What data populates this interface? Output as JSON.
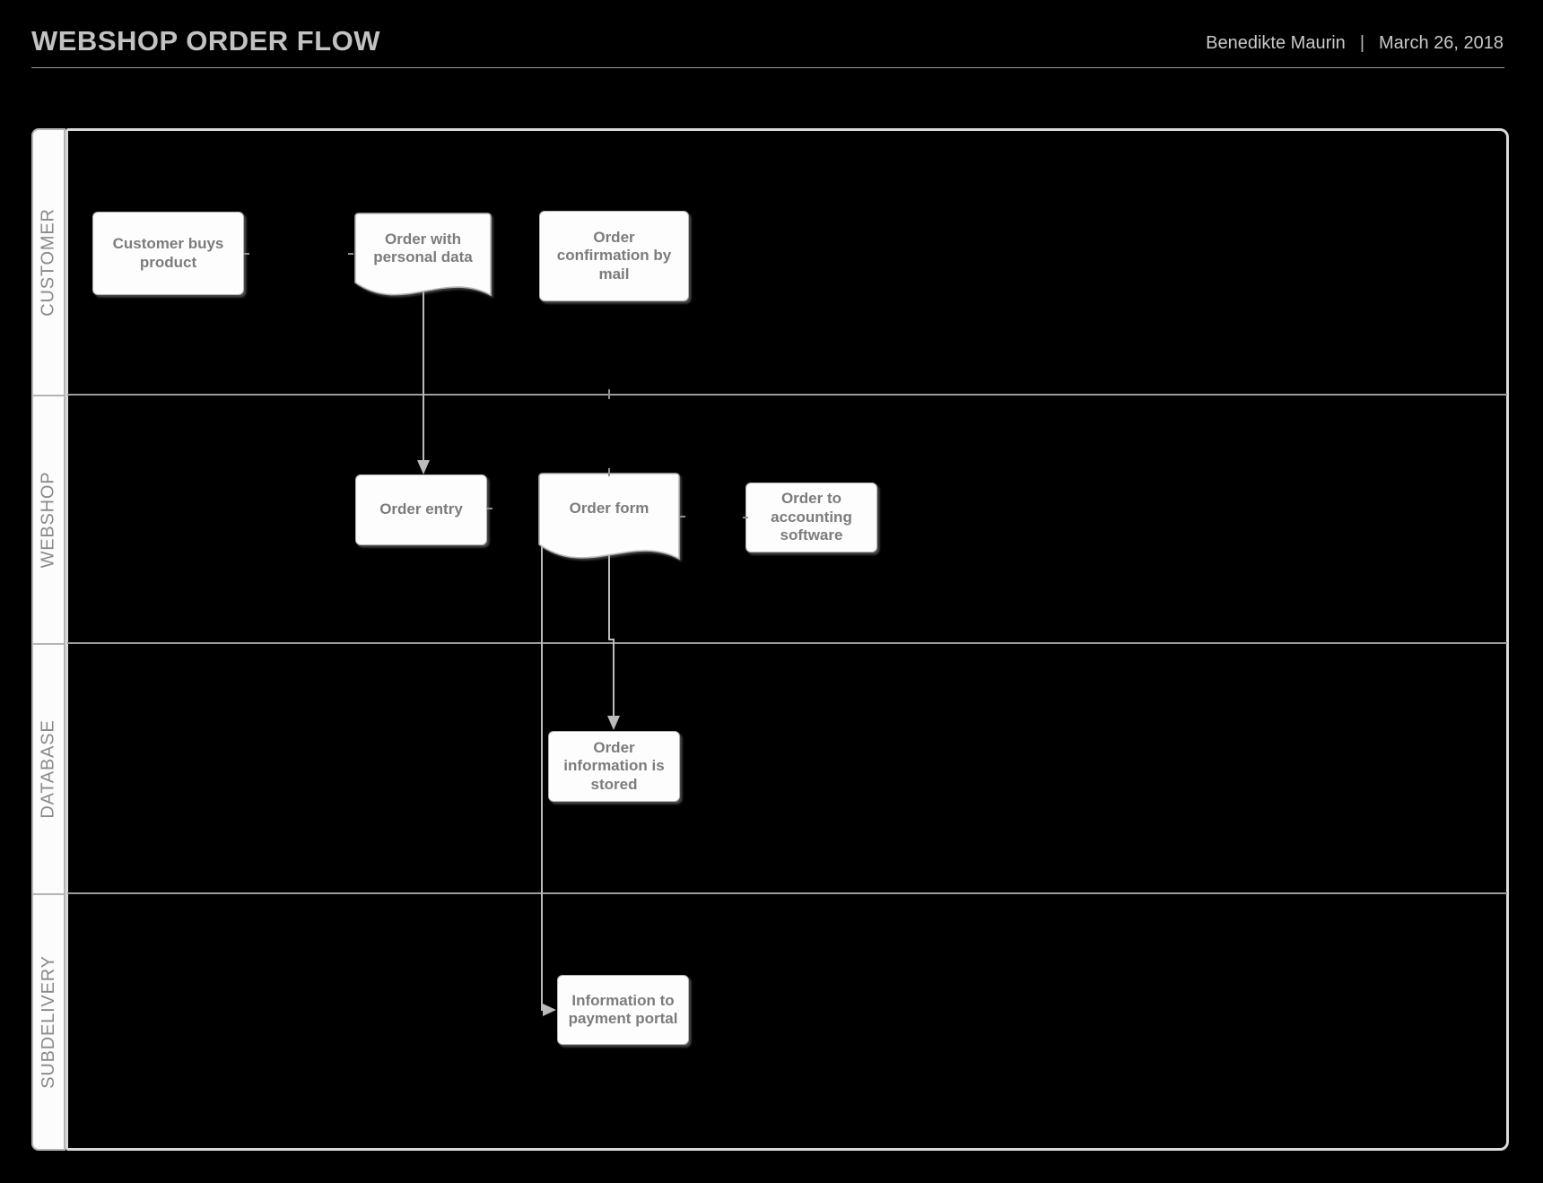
{
  "header": {
    "title": "WEBSHOP ORDER FLOW",
    "author": "Benedikte Maurin",
    "separator": "|",
    "date": "March 26, 2018"
  },
  "lanes": [
    {
      "label": "CUSTOMER"
    },
    {
      "label": "WEBSHOP"
    },
    {
      "label": "DATABASE"
    },
    {
      "label": "SUBDELIVERY"
    }
  ],
  "nodes": {
    "customer_buys": {
      "label": "Customer buys\nproduct",
      "shape": "process",
      "lane": "CUSTOMER"
    },
    "order_personal": {
      "label": "Order with\npersonal data",
      "shape": "document",
      "lane": "CUSTOMER"
    },
    "order_confirmation": {
      "label": "Order\nconfirmation by\nmail",
      "shape": "process",
      "lane": "CUSTOMER"
    },
    "order_entry": {
      "label": "Order entry",
      "shape": "process",
      "lane": "WEBSHOP"
    },
    "order_form": {
      "label": "Order form",
      "shape": "document",
      "lane": "WEBSHOP"
    },
    "order_accounting": {
      "label": "Order to\naccounting\nsoftware",
      "shape": "process",
      "lane": "WEBSHOP"
    },
    "order_info_stored": {
      "label": "Order\ninformation is\nstored",
      "shape": "process",
      "lane": "DATABASE"
    },
    "info_payment": {
      "label": "Information to\npayment portal",
      "shape": "process",
      "lane": "SUBDELIVERY"
    }
  },
  "colors": {
    "background": "#000000",
    "node_fill": "#fdfdfd",
    "node_border": "#b5b5b5",
    "node_text": "#7c7c7c",
    "lane_line": "#9b9b9b",
    "frame_border": "#d9d9d9",
    "arrow": "#bbbbbb",
    "title_text": "#c2c2c2"
  }
}
